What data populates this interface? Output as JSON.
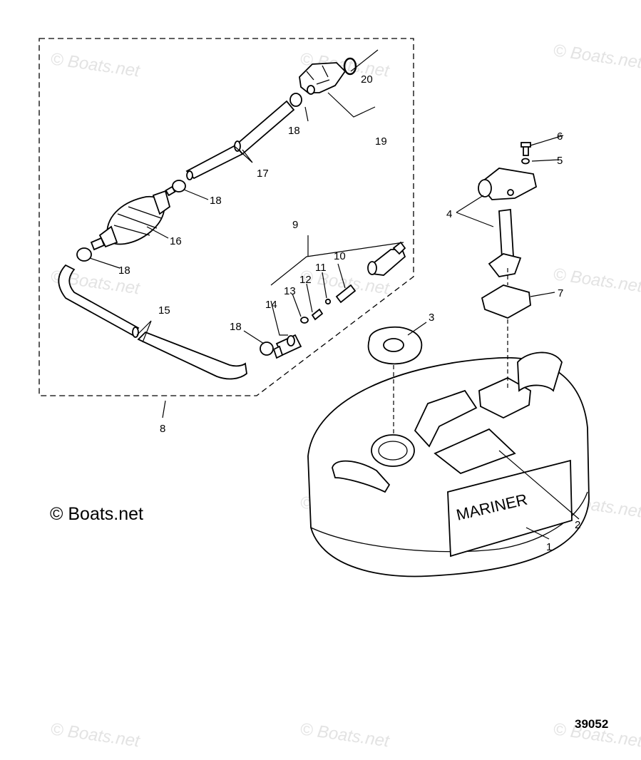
{
  "watermark": "© Boats.net",
  "copyright": "© Boats.net",
  "diagram_number": "39052",
  "tank_brand": "MARINER",
  "callouts": [
    "1",
    "2",
    "3",
    "4",
    "5",
    "6",
    "7",
    "8",
    "9",
    "10",
    "11",
    "12",
    "13",
    "14",
    "15",
    "16",
    "17",
    "18",
    "19",
    "20"
  ]
}
